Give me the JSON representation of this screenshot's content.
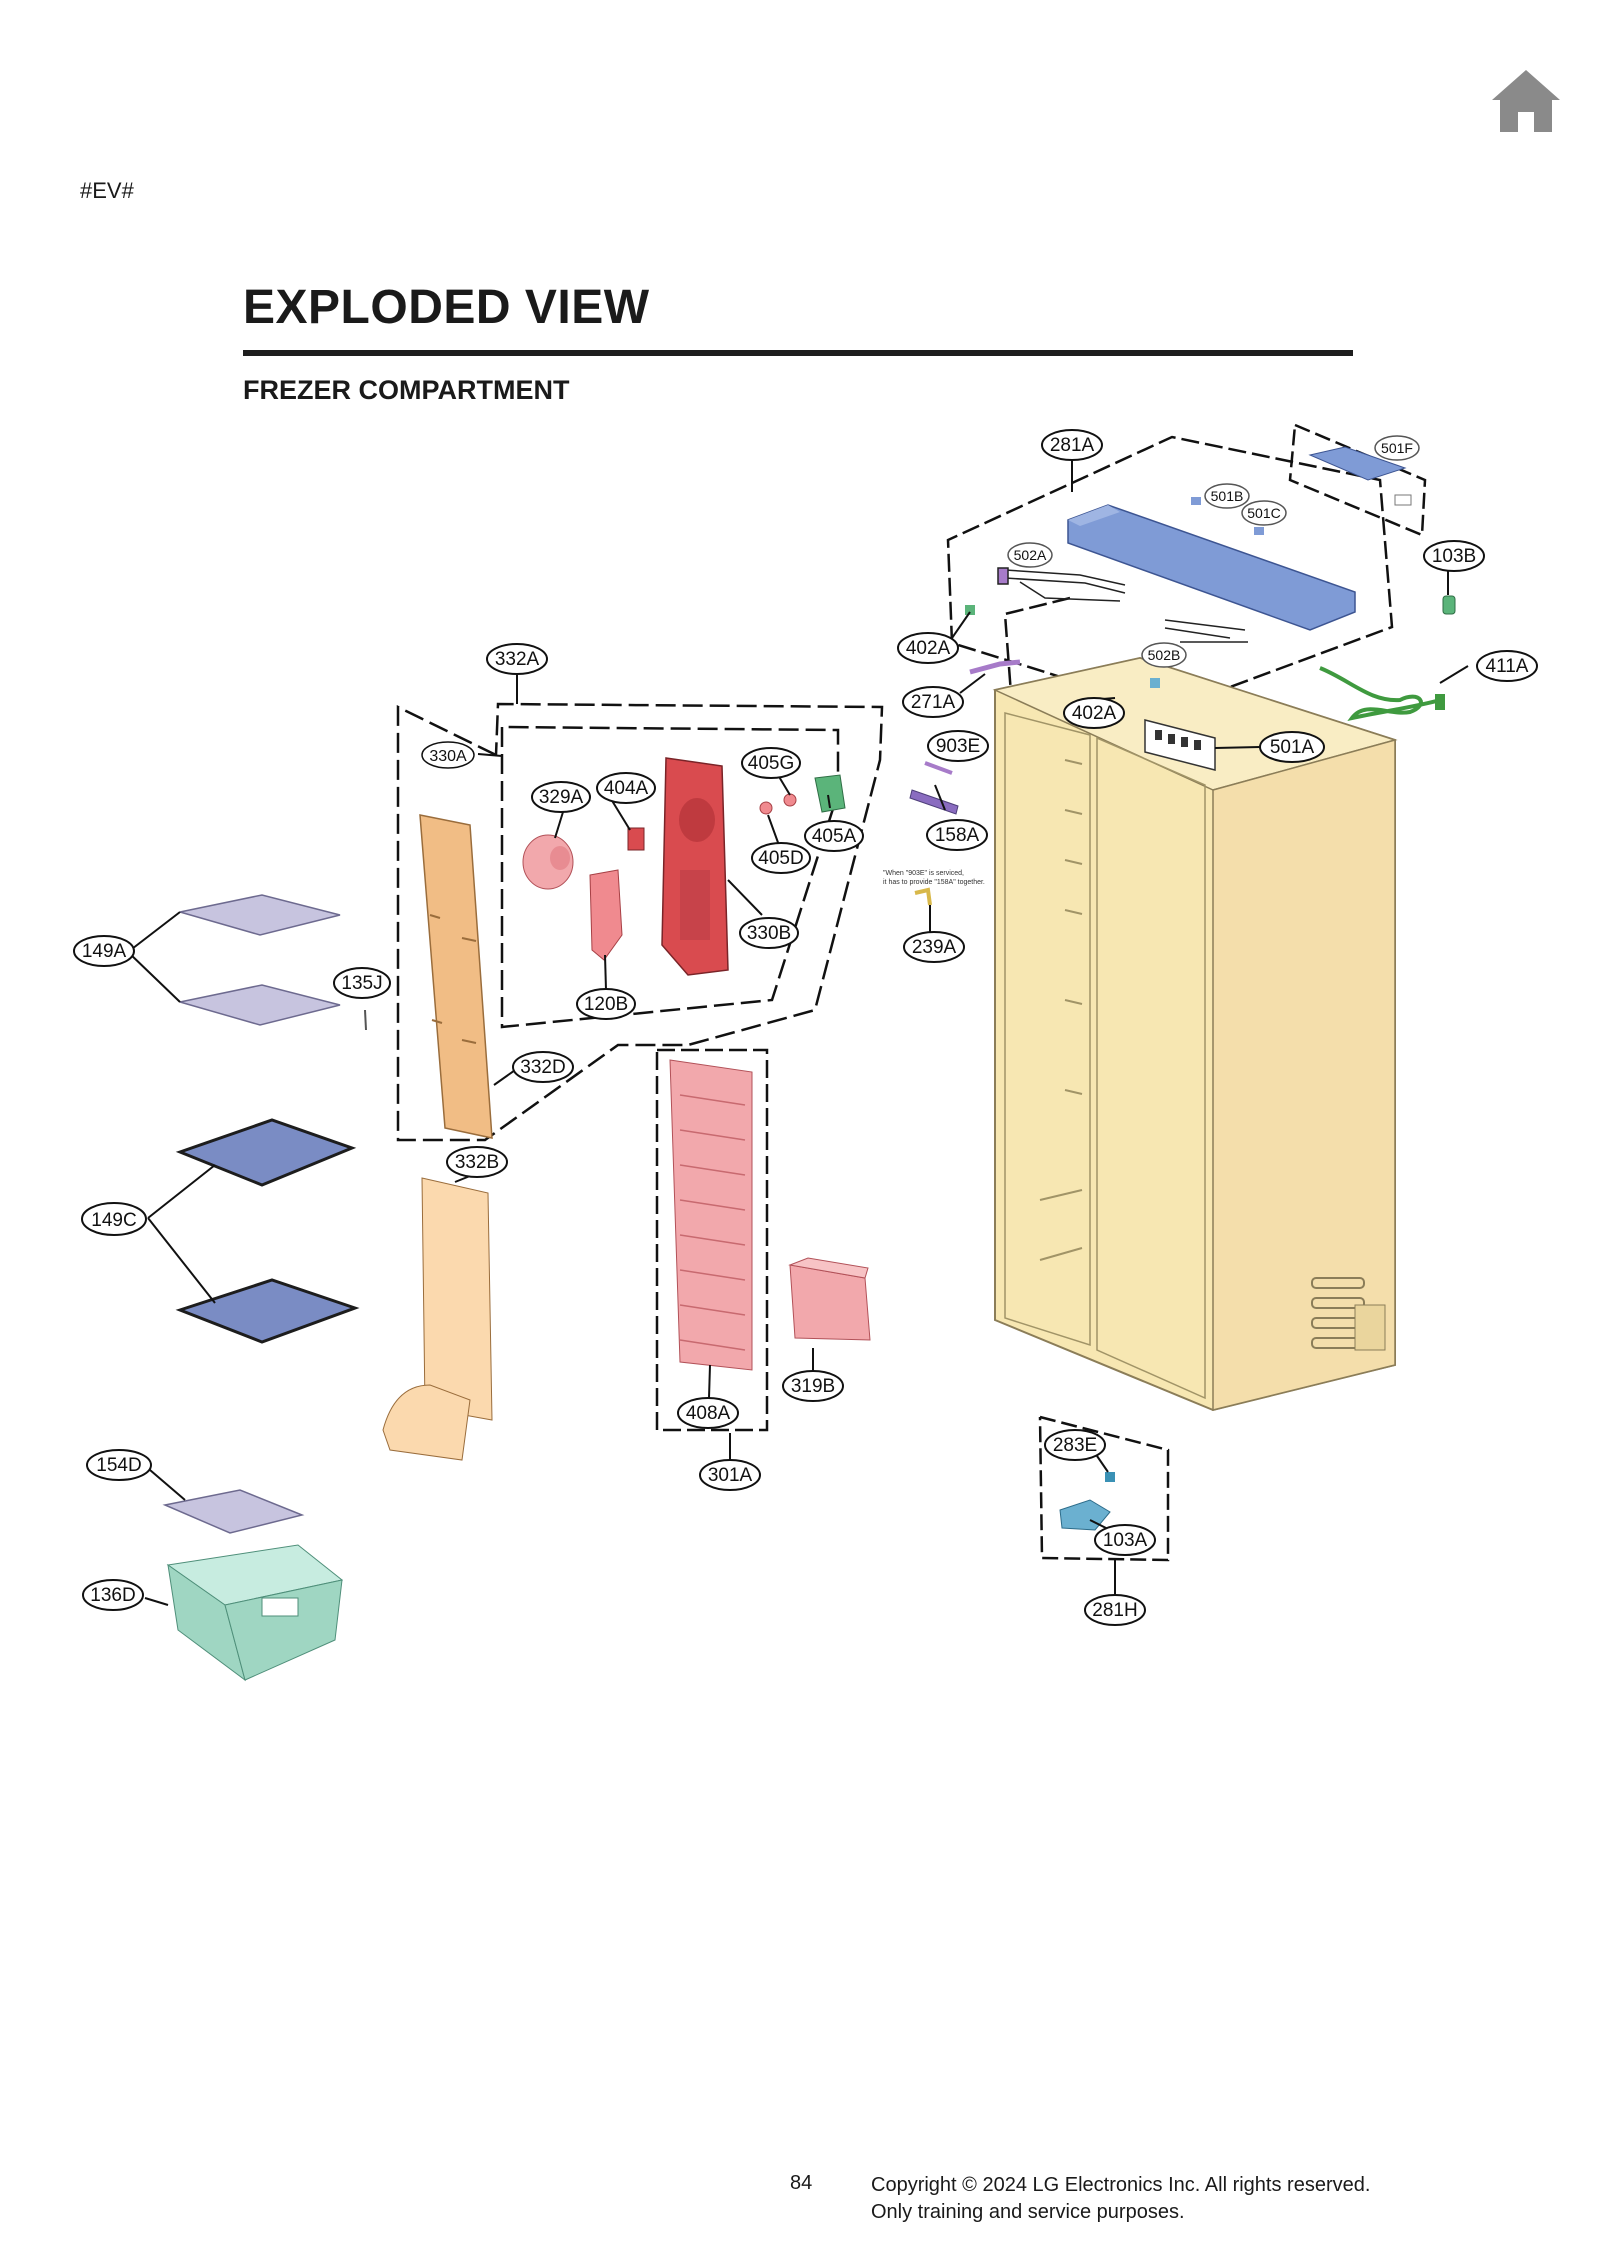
{
  "page": {
    "marker": "#EV#",
    "title": "EXPLODED VIEW",
    "subtitle": "FREZER COMPARTMENT",
    "home_icon": "home-icon",
    "page_number": "84",
    "copyright_line1": "Copyright © 2024 LG Electronics Inc. All rights reserved.",
    "copyright_line2": "Only training and service purposes."
  },
  "diagram": {
    "note_line1": "\"When \"903E\" is serviced,",
    "note_line2": "it has to provide \"158A\" together.",
    "callouts": {
      "c281A": "281A",
      "c501F": "501F",
      "c501B": "501B",
      "c501C": "501C",
      "c502A": "502A",
      "c103B": "103B",
      "c402A_1": "402A",
      "c402A_2": "402A",
      "c502B": "502B",
      "c411A": "411A",
      "c271A": "271A",
      "c332A": "332A",
      "c903E": "903E",
      "c501A": "501A",
      "c330A": "330A",
      "c405G": "405G",
      "c404A": "404A",
      "c329A": "329A",
      "c405A": "405A",
      "c405D": "405D",
      "c158A": "158A",
      "c330B": "330B",
      "c239A": "239A",
      "c149A": "149A",
      "c135J": "135J",
      "c120B": "120B",
      "c332D": "332D",
      "c332B": "332B",
      "c149C": "149C",
      "c319B": "319B",
      "c408A": "408A",
      "c301A": "301A",
      "c283E": "283E",
      "c154D": "154D",
      "c103A": "103A",
      "c281H": "281H",
      "c136D": "136D"
    }
  },
  "colors": {
    "cabinet": "#f7e7b2",
    "fan_parts": "#d94b4f",
    "duct": "#f1bd85",
    "evaporator": "#f2a8ac",
    "top_cover": "#7f9bd6",
    "shelf_glass": "#c7c4df",
    "shelf_dark": "#7a8cc4",
    "drawer": "#9fd6c2",
    "wire_green": "#3f9a3f",
    "valve_blue": "#6bb0d0"
  }
}
